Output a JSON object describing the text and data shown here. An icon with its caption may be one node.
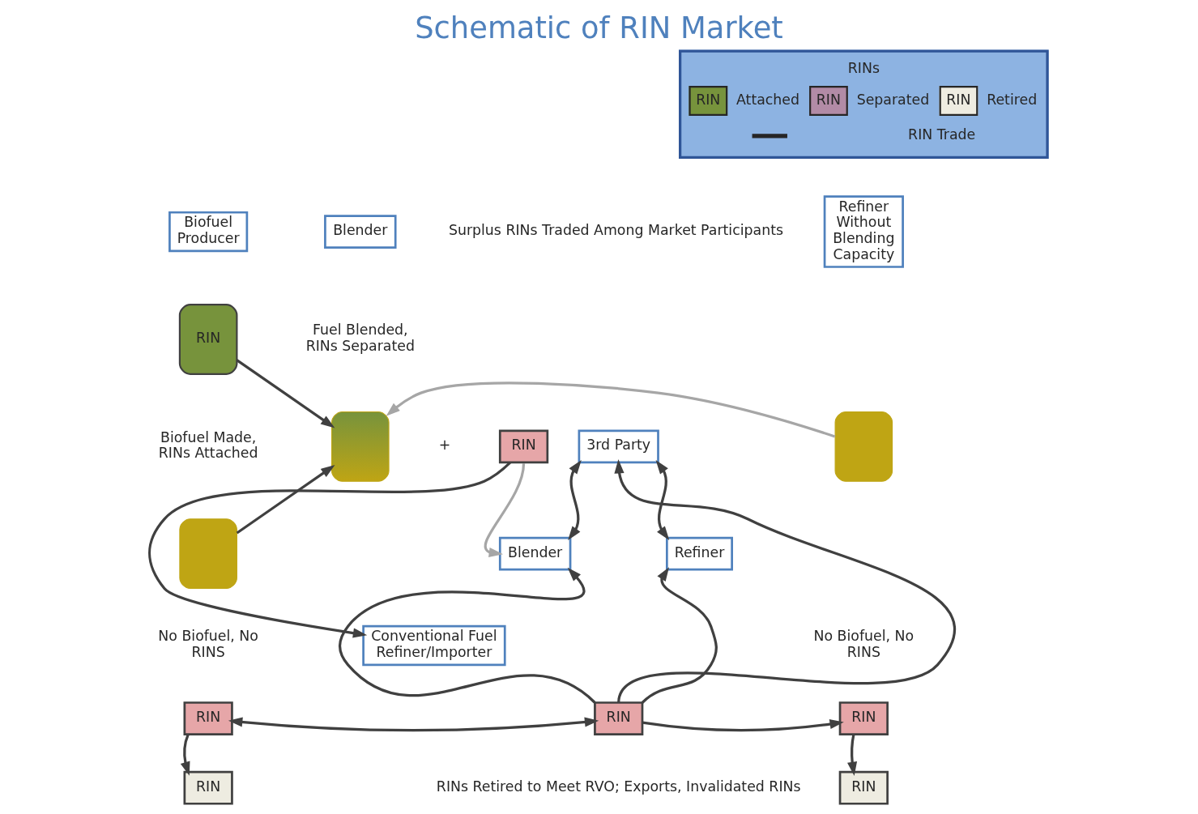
{
  "diagram": {
    "title": "Schematic of RIN Market",
    "nodes": [
      {
        "text": [
          "Biofuel Producer"
        ]
      },
      {
        "text": [
          "RIN"
        ]
      },
      {
        "text": [],
        "shape": "box"
      },
      {
        "text": [
          "Conventional Fuel Refiner/Importer"
        ]
      },
      {
        "text": [
          "Blender"
        ]
      },
      {
        "text": [],
        "shape": "box"
      },
      {
        "text": [
          "RIN"
        ]
      },
      {
        "text": [
          "3rd Party"
        ]
      },
      {
        "text": [
          "Blender"
        ]
      },
      {
        "text": [
          "Refiner"
        ]
      },
      {
        "text": [
          "Refiner Without Blending Capacity"
        ]
      },
      {
        "text": [],
        "shape": "box"
      },
      {
        "text": [
          "RIN"
        ]
      },
      {
        "text": [
          "RIN"
        ]
      },
      {
        "text": [
          "RIN"
        ]
      },
      {
        "text": [
          "RIN"
        ]
      },
      {
        "text": [
          "RIN"
        ]
      }
    ],
    "edges": [
      {
        "from": 1,
        "to": 5,
        "arrow": "to"
      },
      {
        "from": 2,
        "to": 5,
        "arrow": "to"
      },
      {
        "from": 11,
        "to": 5,
        "arrow": "to",
        "color": "#a6a6a6"
      },
      {
        "from": 6,
        "to": 8,
        "arrow": "to",
        "color": "#a6a6a6"
      },
      {
        "from": 6,
        "to": 3,
        "arrow": "to"
      },
      {
        "from": 7,
        "to": 8,
        "arrow": "both"
      },
      {
        "from": 7,
        "to": 9,
        "arrow": "both"
      },
      {
        "from": 13,
        "to": 7,
        "arrow": "to"
      },
      {
        "from": 13,
        "to": 8,
        "arrow": "to"
      },
      {
        "from": 13,
        "to": 9,
        "arrow": "to"
      },
      {
        "from": 13,
        "to": 14,
        "arrow": "to"
      },
      {
        "from": 12,
        "to": 13,
        "arrow": "both"
      },
      {
        "from": 12,
        "to": 15,
        "arrow": "to"
      },
      {
        "from": 14,
        "to": 16,
        "arrow": "to"
      }
    ],
    "labels": [
      "RINs",
      "RIN",
      "RIN",
      "RIN",
      "Biofuel Made, RINs Attached",
      "No Biofuel, No RINS",
      "Fuel Blended, RINs Separated",
      "+",
      "Surplus RINs Traded Among Market Participants",
      "No Biofuel, No RINS",
      "RINs Retired to Meet RVO; Exports, Invalidated RINs"
    ],
    "legend": [
      {
        "text": "Attached",
        "color": "#77933c"
      },
      {
        "text": "Separated",
        "color": "#b28ba6"
      },
      {
        "text": "Retired",
        "color": "#eeece1"
      },
      {
        "text": "RIN Trade"
      }
    ]
  }
}
